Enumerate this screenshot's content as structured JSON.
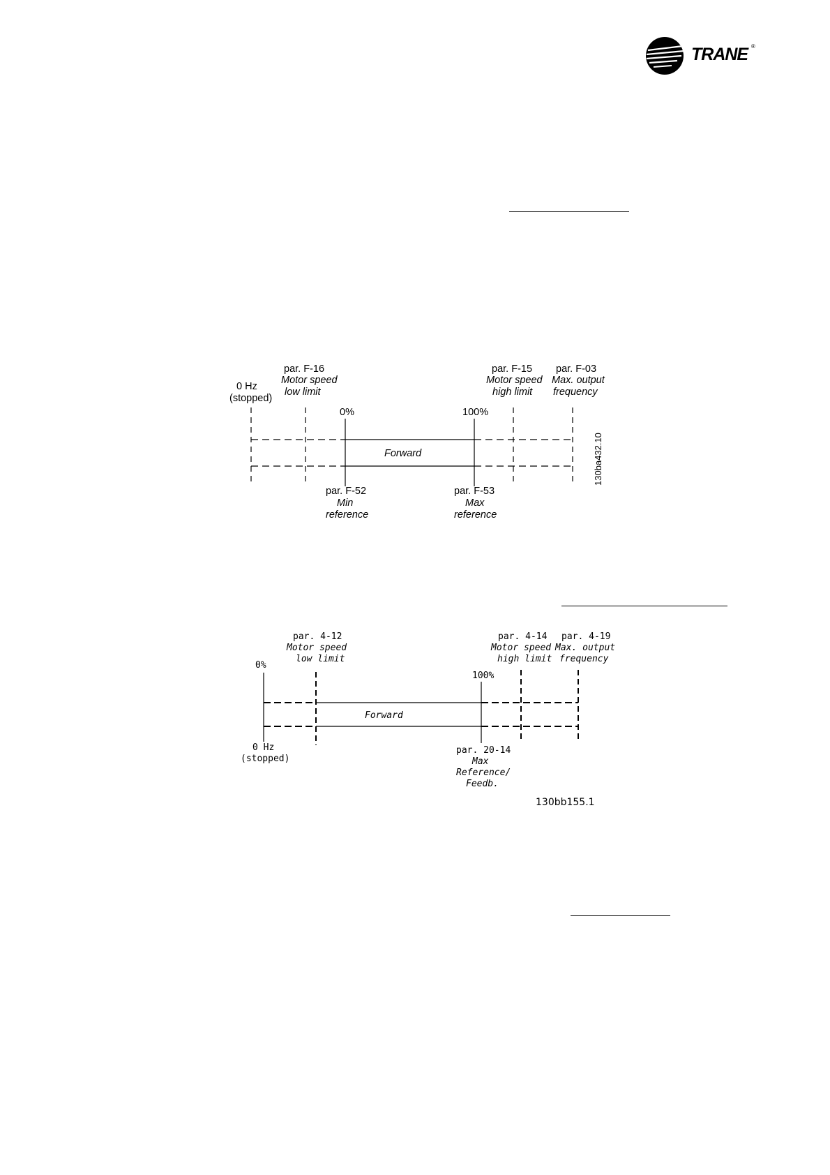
{
  "brand": {
    "name": "TRANE",
    "registered_mark": "®"
  },
  "diagram1": {
    "labels": {
      "zero_hz": "0 Hz",
      "stopped": "(stopped)",
      "low_limit_par": "par. F-16",
      "low_limit_l1": "Motor speed",
      "low_limit_l2": "low limit",
      "high_limit_par": "par. F-15",
      "high_limit_l1": "Motor speed",
      "high_limit_l2": "high limit",
      "max_out_par": "par. F-03",
      "max_out_l1": "Max. output",
      "max_out_l2": "frequency",
      "pct0": "0%",
      "pct100": "100%",
      "forward": "Forward",
      "min_ref_par": "par. F-52",
      "min_ref_l1": "Min",
      "min_ref_l2": "reference",
      "max_ref_par": "par. F-53",
      "max_ref_l1": "Max",
      "max_ref_l2": "reference",
      "figure_id": "130ba432.10"
    }
  },
  "diagram2": {
    "labels": {
      "low_limit_par": "par. 4-12",
      "low_limit_l1": "Motor speed",
      "low_limit_l2": "low limit",
      "high_limit_par": "par. 4-14",
      "high_limit_l1": "Motor speed",
      "high_limit_l2": "high limit",
      "max_out_par": "par. 4-19",
      "max_out_l1": "Max. output",
      "max_out_l2": "frequency",
      "pct0": "0%",
      "pct100": "100%",
      "forward": "Forward",
      "zero_hz": "0 Hz",
      "stopped": "(stopped)",
      "max_ref_par": "par. 20-14",
      "max_ref_l1": "Max",
      "max_ref_l2": "Reference/",
      "max_ref_l3": "Feedb.",
      "figure_id": "130bb155.1"
    }
  }
}
